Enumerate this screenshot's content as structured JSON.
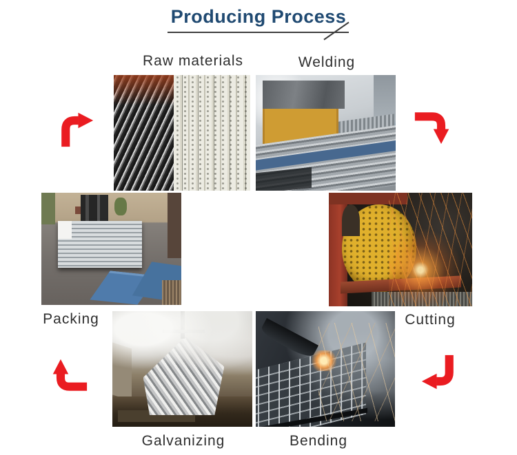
{
  "process": {
    "title": "Producing Process",
    "steps": [
      {
        "label": "Raw materials",
        "photo_alt": "steel rods and serrated flat bars"
      },
      {
        "label": "Welding",
        "photo_alt": "grating welding machine line"
      },
      {
        "label": "Cutting",
        "photo_alt": "yellow disc saw cutting grating with sparks"
      },
      {
        "label": "Bending",
        "photo_alt": "torch work on steel grating panel with sparks"
      },
      {
        "label": "Galvanizing",
        "photo_alt": "grating bundle lifted from hot zinc bath with steam"
      },
      {
        "label": "Packing",
        "photo_alt": "forklift moving packed galvanized grating bundles in yard"
      }
    ]
  },
  "arrows": [
    {
      "name": "up-then-right",
      "position": "top-left"
    },
    {
      "name": "right-then-down",
      "position": "top-right"
    },
    {
      "name": "down-then-left",
      "position": "bottom-right"
    },
    {
      "name": "left-then-up",
      "position": "bottom-left"
    }
  ],
  "colors": {
    "arrow_red": "#EA1C21",
    "title_navy": "#1F4971",
    "label_text": "#2E2E2E",
    "rule_gray": "#3D3D3D"
  }
}
